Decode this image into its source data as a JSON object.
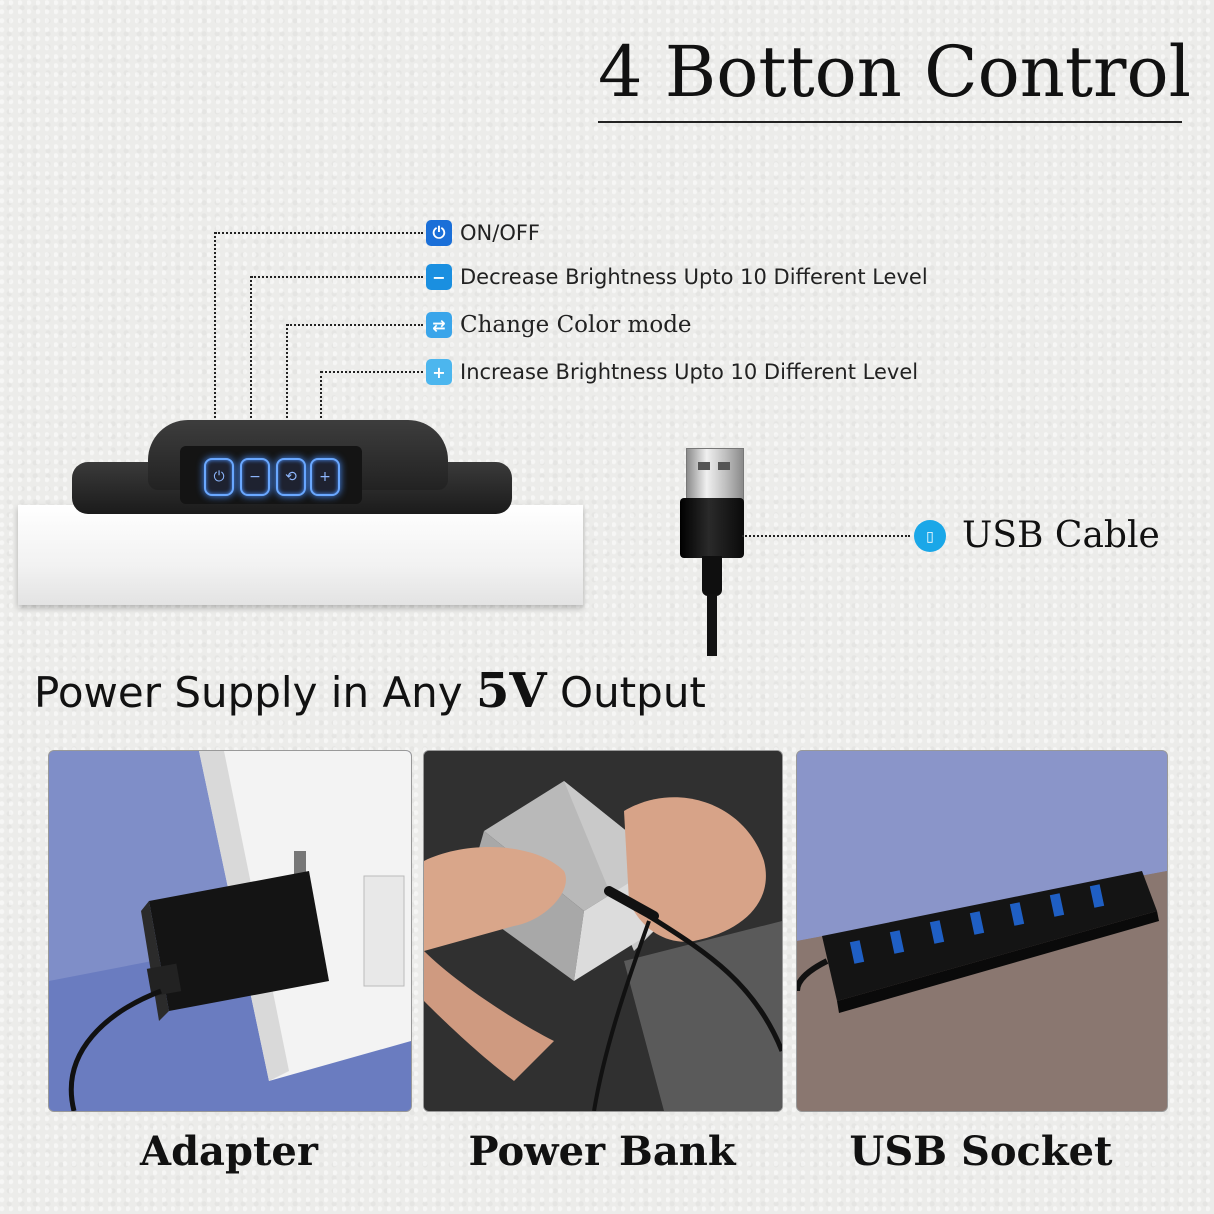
{
  "header": {
    "title": "4 Botton Control"
  },
  "features": [
    {
      "icon": "power-icon",
      "glyph": "⏻",
      "color": "#1a6fd8",
      "label": "ON/OFF"
    },
    {
      "icon": "minus-icon",
      "glyph": "−",
      "color": "#1a8fe0",
      "label": "Decrease Brightness Upto 10 Different Level"
    },
    {
      "icon": "color-cycle-icon",
      "glyph": "⇄",
      "color": "#3aa5ea",
      "label": "Change Color mode"
    },
    {
      "icon": "plus-icon",
      "glyph": "+",
      "color": "#4cb6ee",
      "label": "Increase Brightness Upto 10 Different Level"
    }
  ],
  "usb": {
    "icon": "usb-drive-icon",
    "label": "USB Cable"
  },
  "power": {
    "heading_prefix": "Power Supply in Any ",
    "heading_voltage": "5V",
    "heading_suffix": " Output"
  },
  "sources": [
    {
      "caption": "Adapter"
    },
    {
      "caption": "Power Bank"
    },
    {
      "caption": "USB Socket"
    }
  ]
}
